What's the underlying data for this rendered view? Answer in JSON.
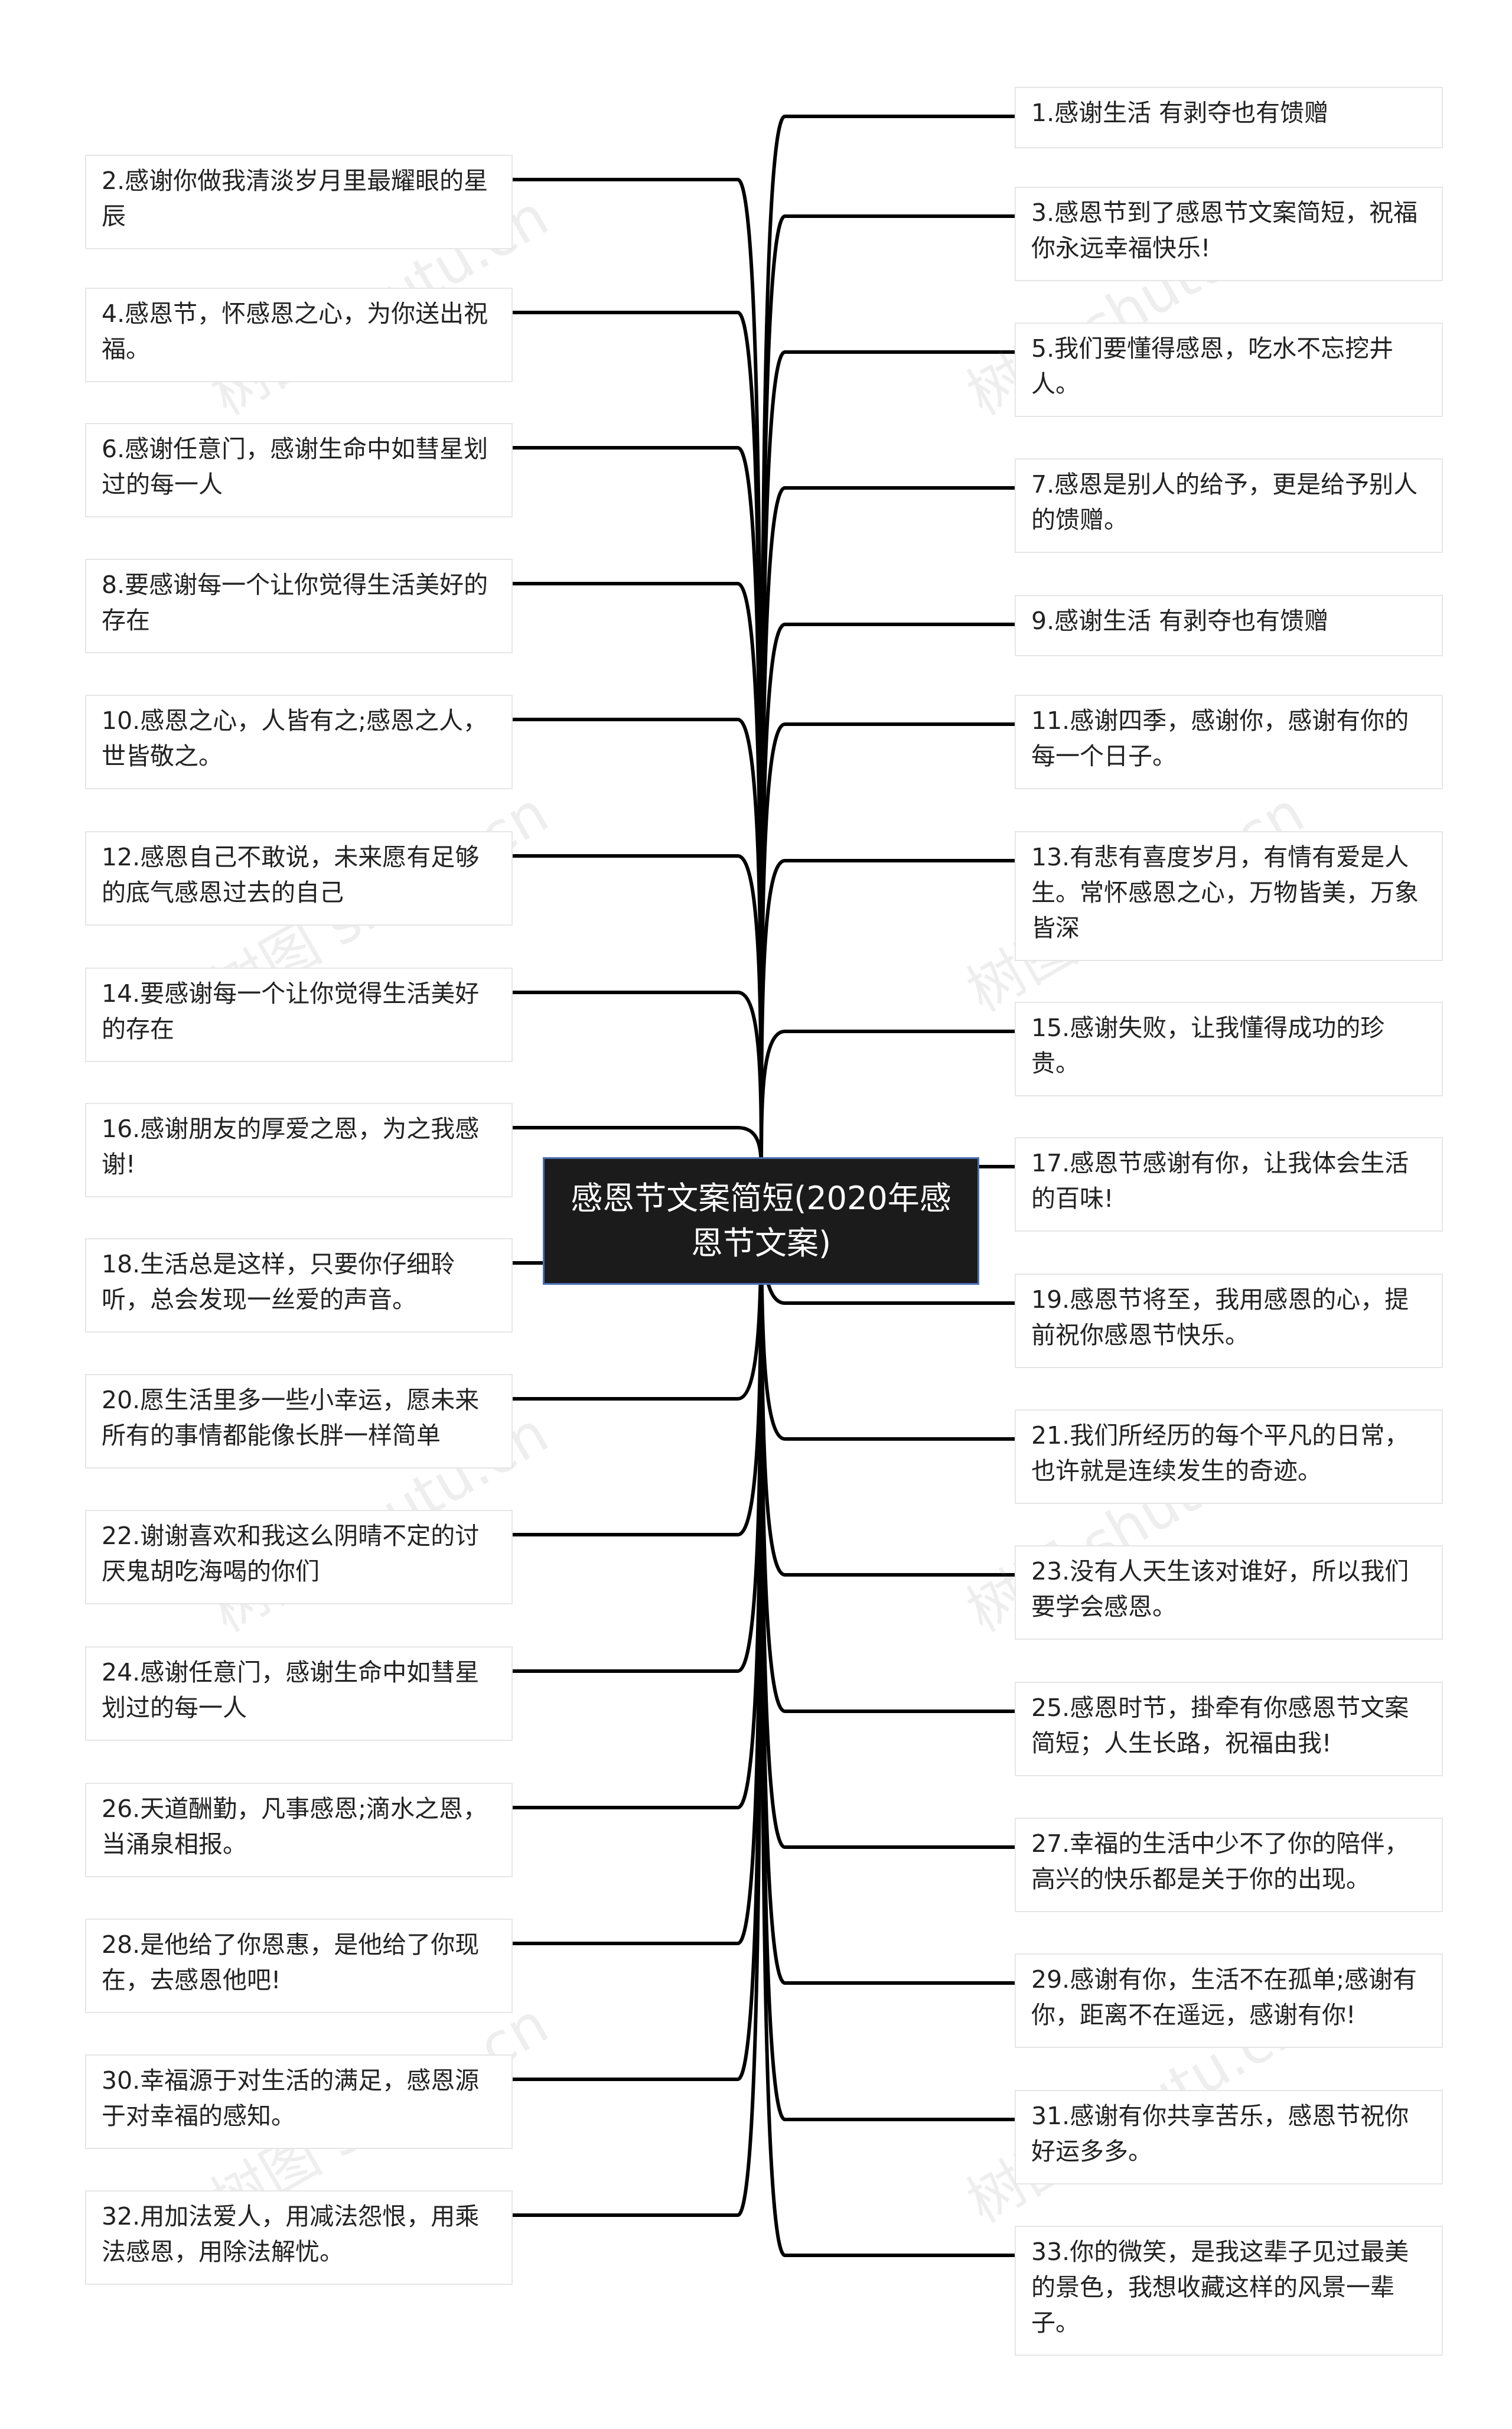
{
  "root": {
    "title": "感恩节文案简短(2020年感恩节文案)"
  },
  "watermark": "树图 shutu.cn",
  "left_nodes": [
    "2.感谢你做我清淡岁月里最耀眼的星辰",
    "4.感恩节，怀感恩之心，为你送出祝福。",
    "6.感谢任意门，感谢生命中如彗星划过的每一人",
    "8.要感谢每一个让你觉得生活美好的存在",
    "10.感恩之心，人皆有之;感恩之人，世皆敬之。",
    "12.感恩自己不敢说，未来愿有足够的底气感恩过去的自己",
    "14.要感谢每一个让你觉得生活美好的存在",
    "16.感谢朋友的厚爱之恩，为之我感谢!",
    "18.生活总是这样，只要你仔细聆听，总会发现一丝爱的声音。",
    "20.愿生活里多一些小幸运，愿未来所有的事情都能像长胖一样简单",
    "22.谢谢喜欢和我这么阴晴不定的讨厌鬼胡吃海喝的你们",
    "24.感谢任意门，感谢生命中如彗星划过的每一人",
    "26.天道酬勤，凡事感恩;滴水之恩，当涌泉相报。",
    "28.是他给了你恩惠，是他给了你现在，去感恩他吧!",
    "30.幸福源于对生活的满足，感恩源于对幸福的感知。",
    "32.用加法爱人，用减法怨恨，用乘法感恩，用除法解忧。"
  ],
  "right_nodes": [
    "1.感谢生活 有剥夺也有馈赠",
    "3.感恩节到了感恩节文案简短，祝福你永远幸福快乐!",
    "5.我们要懂得感恩，吃水不忘挖井人。",
    "7.感恩是别人的给予，更是给予别人的馈赠。",
    "9.感谢生活 有剥夺也有馈赠",
    "11.感谢四季，感谢你，感谢有你的每一个日子。",
    "13.有悲有喜度岁月，有情有爱是人生。常怀感恩之心，万物皆美，万象皆深",
    "15.感谢失败，让我懂得成功的珍贵。",
    "17.感恩节感谢有你，让我体会生活的百味!",
    "19.感恩节将至，我用感恩的心，提前祝你感恩节快乐。",
    "21.我们所经历的每个平凡的日常，也许就是连续发生的奇迹。",
    "23.没有人天生该对谁好，所以我们要学会感恩。",
    "25.感恩时节，掛牵有你感恩节文案简短；人生长路，祝福由我!",
    "27.幸福的生活中少不了你的陪伴，高兴的快乐都是关于你的出现。",
    "29.感谢有你，生活不在孤单;感谢有你，距离不在遥远，感谢有你!",
    "31.感谢有你共享苦乐，感恩节祝你好运多多。",
    "33.你的微笑，是我这辈子见过最美的景色，我想收藏这样的风景一辈子。"
  ]
}
